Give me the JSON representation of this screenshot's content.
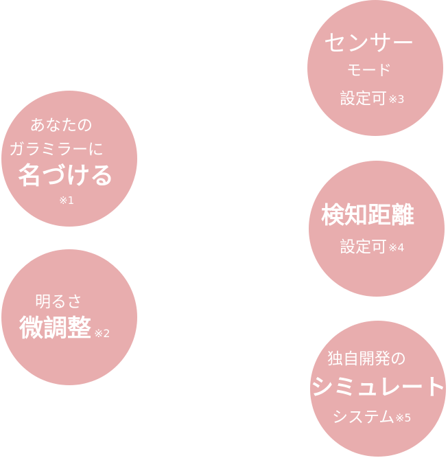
{
  "colors": {
    "circle": "#e8adae",
    "text": "#ffffff",
    "background": "#ffffff"
  },
  "features": {
    "name_mirror": {
      "line1": "あなたの",
      "line2": "ガラミラーに",
      "line3": "名づける",
      "note": "※1"
    },
    "brightness": {
      "line1": "明るさ",
      "line2": "微調整",
      "note": "※2"
    },
    "sensor_mode": {
      "line1": "センサー",
      "line2": "モード",
      "line3": "設定可",
      "note": "※3"
    },
    "detection_distance": {
      "line1": "検知距離",
      "line2": "設定可",
      "note": "※4"
    },
    "simulation": {
      "line1": "独自開発の",
      "line2": "シミュレート",
      "line3": "システム",
      "note": "※5"
    }
  }
}
